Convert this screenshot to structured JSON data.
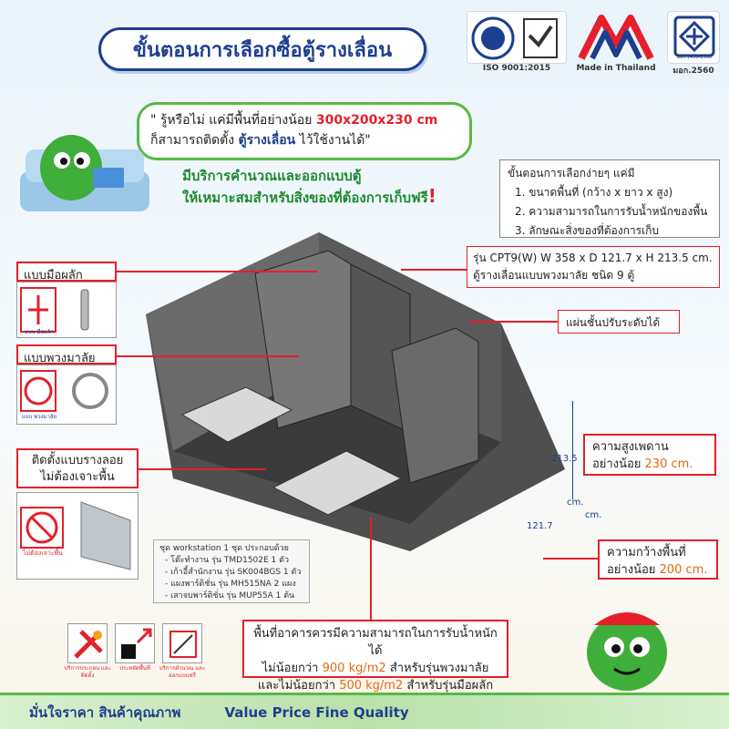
{
  "header": {
    "title": "ขั้นตอนการเลือกซื้อตู้รางเลื่อน",
    "certifications": [
      {
        "caption": "ISO 9001:2015",
        "icon": "iso-ukas-seal-icon"
      },
      {
        "caption": "Made in Thailand",
        "icon": "made-in-thailand-logo-icon"
      },
      {
        "caption": "มอก.2560",
        "icon": "tis-standard-mark-icon",
        "sub": "มอก.1496-2560"
      }
    ]
  },
  "intro": {
    "line1_prefix": "\" รู้หรือไม่ แค่มีพื้นที่อย่างน้อย",
    "line1_size": "300x200x230 cm",
    "line2_prefix": "ก็สามารถติดตั้ง",
    "line2_product": "ตู้รางเลื่อน",
    "line2_suffix": "ไว้ใช้งานได้\""
  },
  "service": {
    "line1": "มีบริการคำนวณและออกแบบตู้",
    "line2": "ให้เหมาะสมสำหรับสิ่งของที่ต้องการเก็บฟรี",
    "exclaim": "!"
  },
  "steps": {
    "heading": "ขั้นตอนการเลือกง่ายๆ แค่มี",
    "items": [
      "1.  ขนาดพื้นที่ (กว้าง x ยาว x สูง)",
      "2. ความสามารถในการรับน้ำหนักของพื้น",
      "3. ลักษณะสิ่งของที่ต้องการเก็บ"
    ]
  },
  "model": {
    "line1": "รุ่น CPT9(W)  W 358 x D 121.7 x H 213.5 cm.",
    "line2": "ตู้รางเลื่อนแบบพวงมาลัย ชนิด 9 ตู้"
  },
  "shelf_label": "แผ่นชั้นปรับระดับได้",
  "ceiling": {
    "line1": "ความสูงเพดาน",
    "line2_prefix": "อย่างน้อย",
    "line2_value": "230 cm."
  },
  "floor_width": {
    "line1": "ความกว้างพื้นที่",
    "line2_prefix": "อย่างน้อย",
    "line2_value": "200 cm."
  },
  "dimensions": {
    "height": "213.5",
    "depth": "121.7",
    "unit1": "cm.",
    "unit2": "cm."
  },
  "handle_types": [
    {
      "label": "แบบมือผลัก",
      "icon_caption": "แบบ มือผลัก"
    },
    {
      "label": "แบบพวงมาลัย",
      "icon_caption": "แบบ พวงมาลัย"
    }
  ],
  "installation": {
    "line1": "ติดตั้งแบบรางลอย",
    "line2": "ไม่ต้องเจาะพื้น",
    "icon_caption": "ไม่ต้องเจาะพื้น"
  },
  "workstation": {
    "heading": "ชุด workstation 1 ชุด ประกอบด้วย",
    "items": [
      "- โต๊ะทำงาน รุ่น TMD1502E 1 ตัว",
      "- เก้าอี้สำนักงาน รุ่น SK004BGS 1 ตัว",
      "- แผงพาร์ติชั่น รุ่น MH515NA 2 แผง",
      "- เสาจบพาร์ติชั่น รุ่น MUP55A 1 ต้น"
    ]
  },
  "floor_load": {
    "line1": "พื้นที่อาคารควรมีความสามารถในการรับน้ำหนักได้",
    "line2_prefix": "ไม่น้อยกว่า",
    "line2_value": "900 kg/m2",
    "line2_suffix": "สำหรับรุ่นพวงมาลัย",
    "line3_prefix": "และไม่น้อยกว่า",
    "line3_value": "500 kg/m2",
    "line3_suffix": "สำหรับรุ่นมือผลัก"
  },
  "service_icons": [
    {
      "caption": "บริการประกอบ และติดตั้ง",
      "icon": "tools-icon"
    },
    {
      "caption": "ประหยัดพื้นที่",
      "icon": "space-saving-icon"
    },
    {
      "caption": "บริการคำนวณ และออกแบบฟรี",
      "icon": "design-service-icon"
    }
  ],
  "footer": {
    "thai": "มั่นใจราคา สินค้าคุณภาพ",
    "english": "Value Price Fine Quality"
  },
  "colors": {
    "brand_blue": "#1d3f8f",
    "accent_red": "#e4202a",
    "accent_green": "#58b947",
    "value_orange": "#e36a12"
  }
}
